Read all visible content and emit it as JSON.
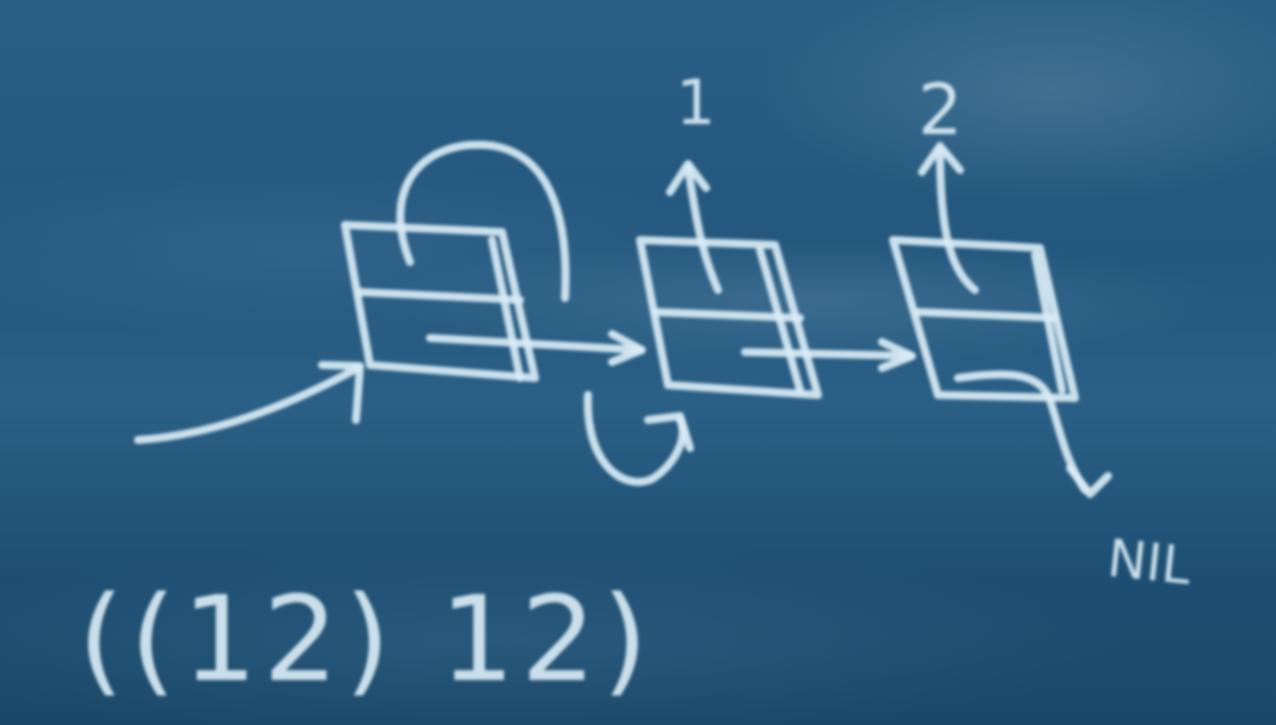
{
  "diagram": {
    "cell_value_1": "1",
    "cell_value_2": "2",
    "terminator": "NIL",
    "expression": "((12) 12)"
  }
}
